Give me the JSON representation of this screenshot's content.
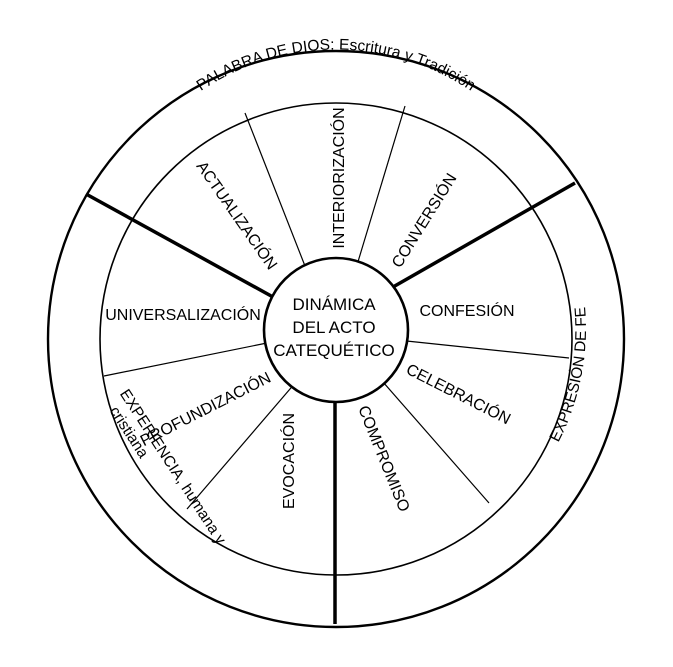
{
  "center_label_lines": [
    "DINÁMICA",
    "DEL ACTO",
    "CATEQUÉTICO"
  ],
  "outer_ring": {
    "top": "PALABRA DE DIOS: Escritura y Tradición",
    "right": "EXPRESIÓN DE FE",
    "left_line1": "EXPERIENCIA, humana y",
    "left_line2": "cristiana"
  },
  "segments": [
    {
      "key": "interiorizacion",
      "label": "INTERIORIZACIÓN"
    },
    {
      "key": "conversion",
      "label": "CONVERSIÓN"
    },
    {
      "key": "confesion",
      "label": "CONFESIÓN"
    },
    {
      "key": "celebracion",
      "label": "CELEBRACIÓN"
    },
    {
      "key": "compromiso",
      "label": "COMPROMISO"
    },
    {
      "key": "evocacion",
      "label": "EVOCACIÓN"
    },
    {
      "key": "profundizacion",
      "label": "PROFUNDIZACIÓN"
    },
    {
      "key": "universalizacion",
      "label": "UNIVERSALIZACIÓN"
    },
    {
      "key": "actualizacion",
      "label": "ACTUALIZACIÓN"
    }
  ]
}
